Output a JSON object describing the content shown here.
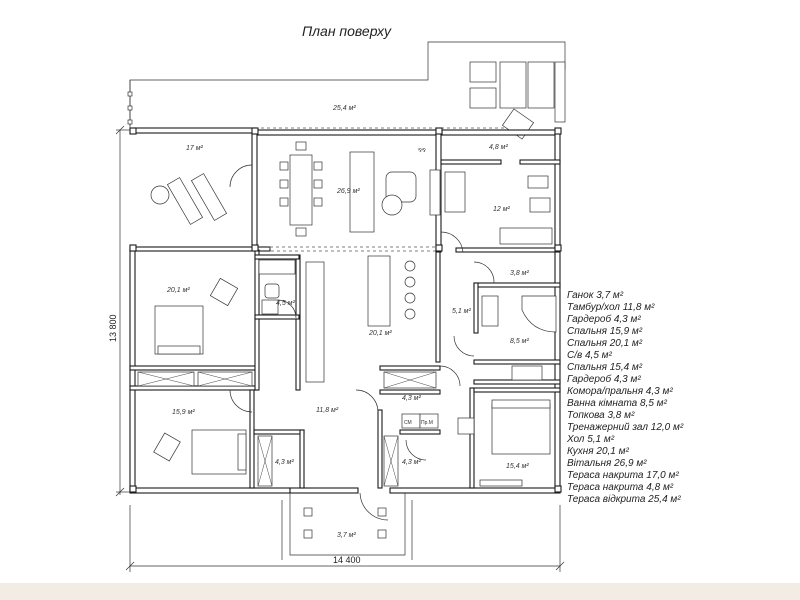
{
  "title": "План поверху",
  "dimensions": {
    "width": "14 400",
    "height": "13 800"
  },
  "area_labels": {
    "terrace_open": "25,4 м²",
    "terrace_covered_large": "17 м²",
    "living_room": "26,9 м²",
    "terrace_covered_small": "4,8 м²",
    "gym": "12 м²",
    "boiler_room": "3,8 м²",
    "bedroom_left": "20,1 м²",
    "bathroom_small": "4,5 м²",
    "kitchen": "20,1 м²",
    "hall": "5,1 м²",
    "bathroom_large": "8,5 м²",
    "bedroom_bottom_left": "15,9 м²",
    "vestibule": "11,8 м²",
    "pantry": "4,3 м²",
    "wardrobe_left": "4,3 м²",
    "wardrobe_right": "4,3 м²",
    "bedroom_right": "15,4 м²",
    "porch": "3,7 м²"
  },
  "marks": {
    "washer_label": "СМ",
    "dryer_label": "Пр.М",
    "fireplace_label": "⅋⅋"
  },
  "legend": [
    "Ганок 3,7 м²",
    "Тамбур/хол 11,8 м²",
    "Гардероб 4,3 м²",
    "Спальня 15,9 м²",
    "Спальня 20,1 м²",
    "С/в 4,5 м²",
    "Спальня 15,4 м²",
    "Гардероб 4,3 м²",
    "Комора/пральня 4,3 м²",
    "Ванна кімната 8,5 м²",
    "Топкова 3,8 м²",
    "Тренажерний зал 12,0 м²",
    "Хол 5,1 м²",
    "Кухня 20,1 м²",
    "Вітальня 26,9 м²",
    "Тераса накрита 17,0 м²",
    "Тераса накрита 4,8 м²",
    "Тераса відкрита 25,4 м²"
  ]
}
